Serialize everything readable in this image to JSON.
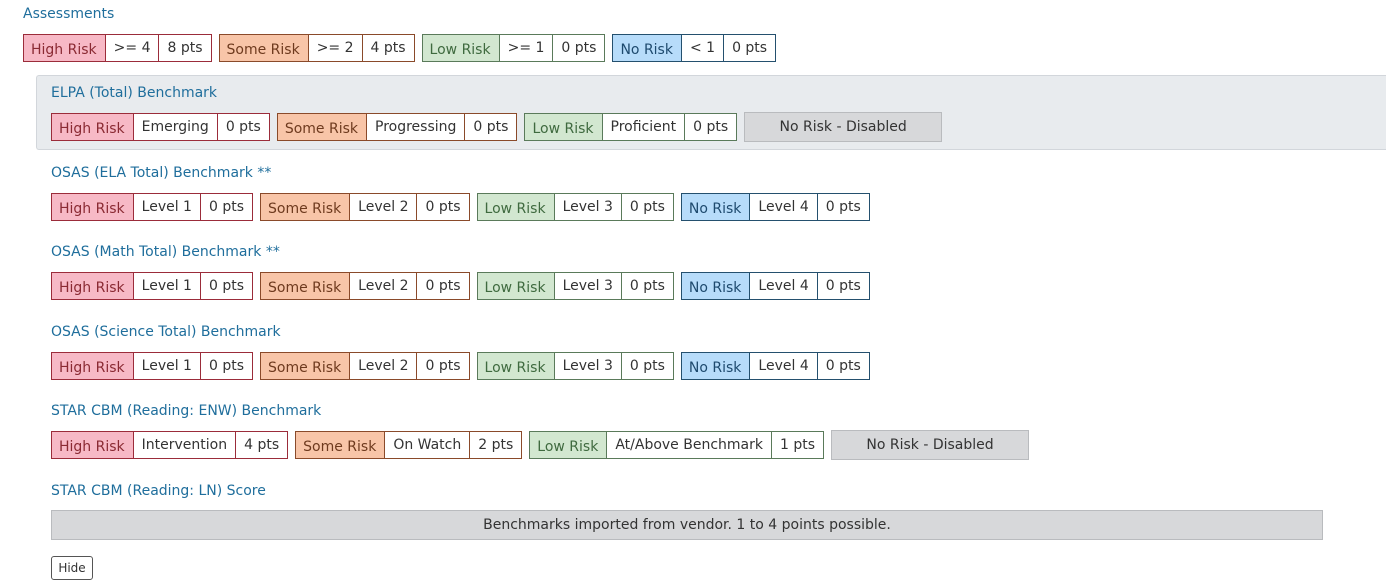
{
  "title": "Assessments",
  "thresholds": [
    {
      "level": "high",
      "label": "High Risk",
      "cond": ">= 4",
      "pts": "8 pts"
    },
    {
      "level": "some",
      "label": "Some Risk",
      "cond": ">= 2",
      "pts": "4 pts"
    },
    {
      "level": "low",
      "label": "Low Risk",
      "cond": ">= 1",
      "pts": "0 pts"
    },
    {
      "level": "no",
      "label": "No Risk",
      "cond": "< 1",
      "pts": "0 pts"
    }
  ],
  "assessments": [
    {
      "name": "ELPA (Total) Benchmark",
      "highlighted": true,
      "groups": [
        {
          "level": "high",
          "label": "High Risk",
          "cond": "Emerging",
          "pts": "0 pts"
        },
        {
          "level": "some",
          "label": "Some Risk",
          "cond": "Progressing",
          "pts": "0 pts"
        },
        {
          "level": "low",
          "label": "Low Risk",
          "cond": "Proficient",
          "pts": "0 pts"
        }
      ],
      "disabled": "No Risk - Disabled"
    },
    {
      "name": "OSAS (ELA Total) Benchmark **",
      "groups": [
        {
          "level": "high",
          "label": "High Risk",
          "cond": "Level 1",
          "pts": "0 pts"
        },
        {
          "level": "some",
          "label": "Some Risk",
          "cond": "Level 2",
          "pts": "0 pts"
        },
        {
          "level": "low",
          "label": "Low Risk",
          "cond": "Level 3",
          "pts": "0 pts"
        },
        {
          "level": "no",
          "label": "No Risk",
          "cond": "Level 4",
          "pts": "0 pts"
        }
      ]
    },
    {
      "name": "OSAS (Math Total) Benchmark **",
      "groups": [
        {
          "level": "high",
          "label": "High Risk",
          "cond": "Level 1",
          "pts": "0 pts"
        },
        {
          "level": "some",
          "label": "Some Risk",
          "cond": "Level 2",
          "pts": "0 pts"
        },
        {
          "level": "low",
          "label": "Low Risk",
          "cond": "Level 3",
          "pts": "0 pts"
        },
        {
          "level": "no",
          "label": "No Risk",
          "cond": "Level 4",
          "pts": "0 pts"
        }
      ]
    },
    {
      "name": "OSAS (Science Total) Benchmark",
      "groups": [
        {
          "level": "high",
          "label": "High Risk",
          "cond": "Level 1",
          "pts": "0 pts"
        },
        {
          "level": "some",
          "label": "Some Risk",
          "cond": "Level 2",
          "pts": "0 pts"
        },
        {
          "level": "low",
          "label": "Low Risk",
          "cond": "Level 3",
          "pts": "0 pts"
        },
        {
          "level": "no",
          "label": "No Risk",
          "cond": "Level 4",
          "pts": "0 pts"
        }
      ]
    },
    {
      "name": "STAR CBM (Reading: ENW) Benchmark",
      "groups": [
        {
          "level": "high",
          "label": "High Risk",
          "cond": "Intervention",
          "pts": "4 pts"
        },
        {
          "level": "some",
          "label": "Some Risk",
          "cond": "On Watch",
          "pts": "2 pts"
        },
        {
          "level": "low",
          "label": "Low Risk",
          "cond": "At/Above Benchmark",
          "pts": "1 pts"
        }
      ],
      "disabled": "No Risk - Disabled"
    },
    {
      "name": "STAR CBM (Reading: LN) Score",
      "vendor_note": "Benchmarks imported from vendor. 1 to 4 points possible."
    }
  ],
  "hide_label": "Hide",
  "colors": {
    "link": "#1f6e9c",
    "high_bg": "#f7b9c6",
    "some_bg": "#f8c5a8",
    "low_bg": "#d2e7d0",
    "no_bg": "#b7dcfa",
    "disabled_bg": "#d7d8da",
    "highlight_bg": "#e8ebee"
  }
}
